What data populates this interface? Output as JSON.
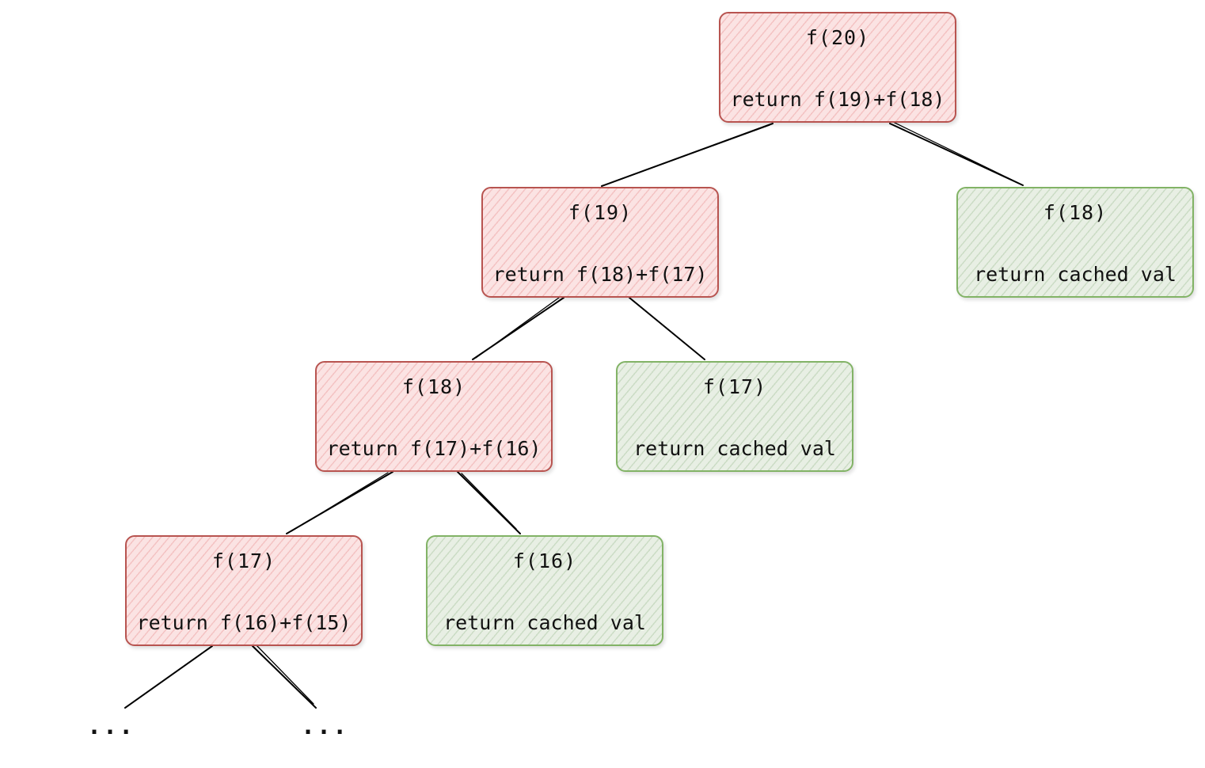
{
  "diagram": {
    "nodes": [
      {
        "id": "f20",
        "kind": "computed",
        "title": "f(20)",
        "body": "return f(19)+f(18)"
      },
      {
        "id": "f19",
        "kind": "computed",
        "title": "f(19)",
        "body": "return f(18)+f(17)"
      },
      {
        "id": "f18c",
        "kind": "cached",
        "title": "f(18)",
        "body": "return cached val"
      },
      {
        "id": "f18",
        "kind": "computed",
        "title": "f(18)",
        "body": "return f(17)+f(16)"
      },
      {
        "id": "f17c",
        "kind": "cached",
        "title": "f(17)",
        "body": "return cached val"
      },
      {
        "id": "f17",
        "kind": "computed",
        "title": "f(17)",
        "body": "return f(16)+f(15)"
      },
      {
        "id": "f16c",
        "kind": "cached",
        "title": "f(16)",
        "body": "return cached val"
      }
    ],
    "edges": [
      [
        "f20",
        "f19"
      ],
      [
        "f20",
        "f18c"
      ],
      [
        "f19",
        "f18"
      ],
      [
        "f19",
        "f17c"
      ],
      [
        "f18",
        "f17"
      ],
      [
        "f18",
        "f16c"
      ],
      [
        "f17",
        "ellipsis_left"
      ],
      [
        "f17",
        "ellipsis_right"
      ]
    ],
    "ellipsis": [
      "...",
      "..."
    ],
    "colors": {
      "computed_border": "#b85450",
      "computed_fill": "#f8cecc",
      "cached_border": "#82b366",
      "cached_fill": "#d5e8d4",
      "edge": "#000000"
    }
  }
}
